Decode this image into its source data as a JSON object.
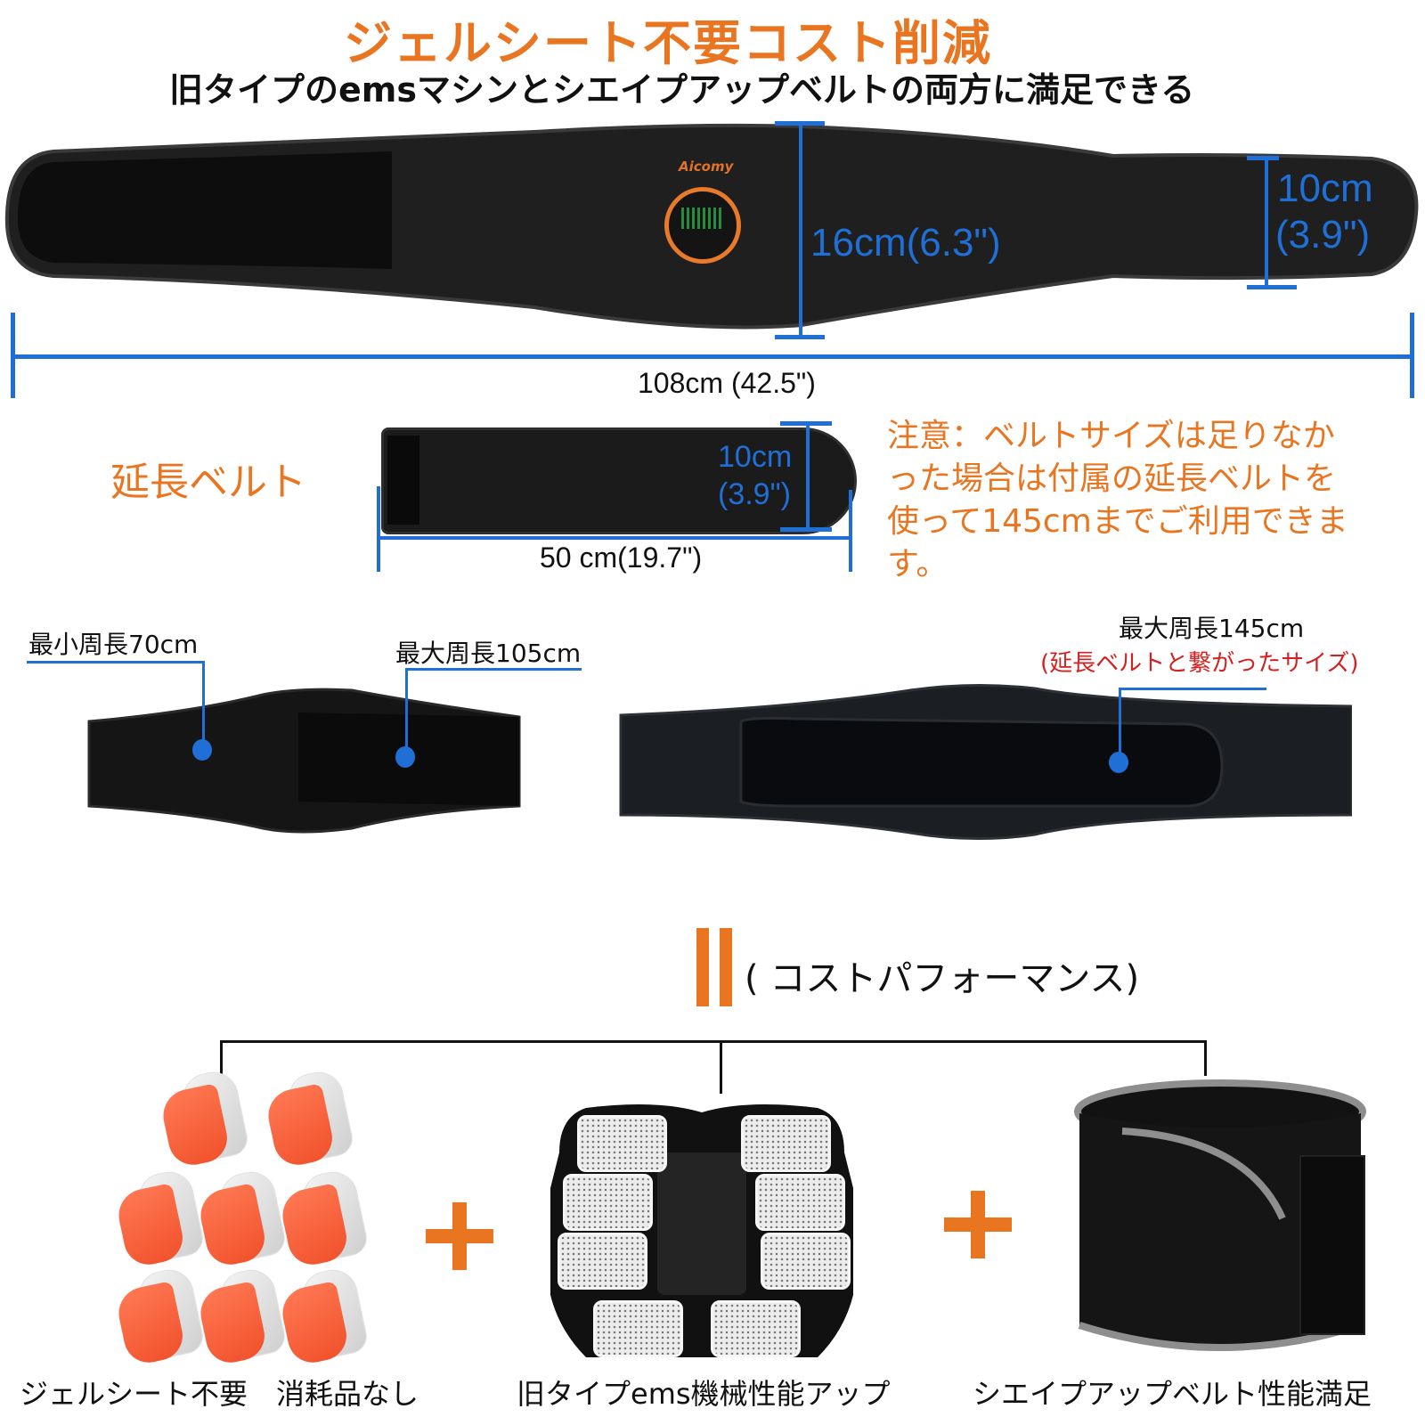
{
  "header": {
    "title": "ジェルシート不要コスト削減",
    "subtitle": "旧タイプのemsマシンとシエイプアップベルトの両方に満足できる"
  },
  "main_belt": {
    "brand_logo": "Aicomy",
    "height_label": "16cm(6.3\")",
    "end_height_cm": "10cm",
    "end_height_in": "(3.9\")",
    "length_label": "108cm (42.5\")"
  },
  "extension_belt": {
    "title": "延長ベルト",
    "height_cm": "10cm",
    "height_in": "(3.9\")",
    "length_label": "50 cm(19.7\")"
  },
  "note": {
    "lines": [
      "注意：ベルトサイズは足りなか",
      "った場合は付属の延長ベルトを",
      "使って145cmまでご利用できま",
      "す。"
    ]
  },
  "sizes": {
    "min_label": "最小周長70cm",
    "max_label": "最大周長105cm",
    "extended_label": "最大周長145cm",
    "extended_note": "(延長ベルトと繋がったサイズ)"
  },
  "summary": {
    "equals_label": "( コストパフォーマンス)",
    "items": [
      {
        "label": "ジェルシート不要　消耗品なし",
        "icon": "gel-pad-icon"
      },
      {
        "label": "旧タイプems機械性能アップ",
        "icon": "ems-device-icon"
      },
      {
        "label": "シエイプアップベルト性能満足",
        "icon": "waist-belt-icon"
      }
    ]
  },
  "colors": {
    "accent_orange": "#ea7520",
    "dimension_blue": "#1f6fd6",
    "note_red": "#d42020"
  }
}
